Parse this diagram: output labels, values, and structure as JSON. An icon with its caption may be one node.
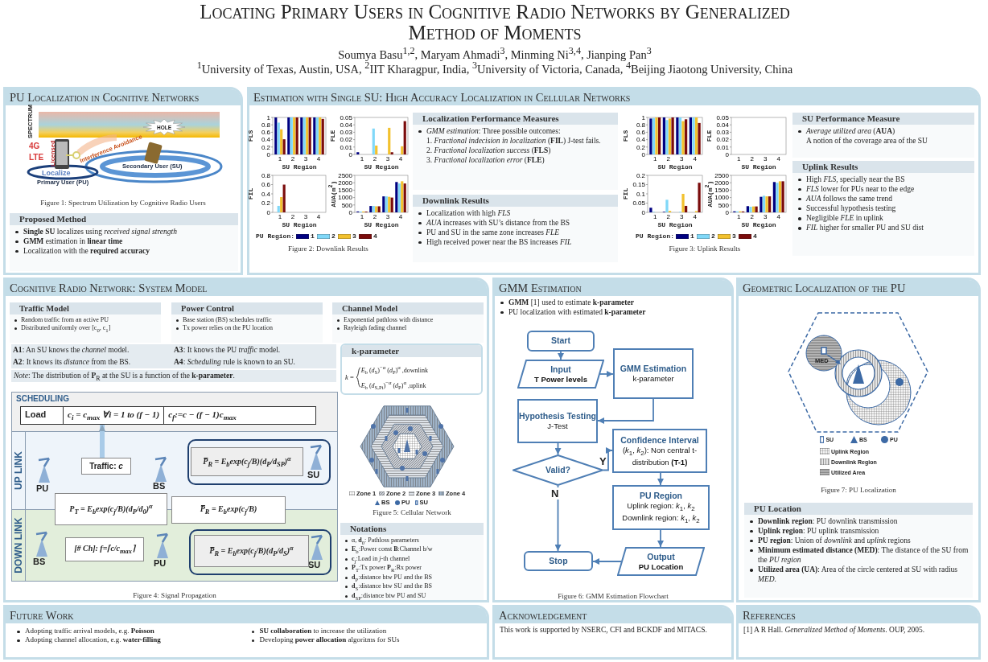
{
  "diagram": {
    "title": "Locating Primary Users in Cognitive Radio Networks by Generalized Method of Moments",
    "nodes": [
      {
        "text": [
          "PU Localization in Cognitive Networks"
        ]
      },
      {
        "text": [
          "HOLE"
        ],
        "in": 0
      },
      {
        "text": [
          "Proposed Method",
          "**Single SU** localizes using *received signal strength*",
          "**GMM** estimation in **linear time**",
          "Localization with the **required accuracy**"
        ],
        "in": 0
      },
      {
        "text": [
          "Estimation with Single SU: High Accuracy Localization in Cellular Networks"
        ]
      },
      {
        "text": [
          "Localization Performance Measures",
          "*GMM estimation*: Three possible outcomes:",
          "1. *Fractional indecision in localization* (**FIL**) J-test fails.",
          "2. *Fractional localization success* (**FLS**)",
          "3. *Fractional localization error* (**FLE**)"
        ],
        "in": 3
      },
      {
        "text": [
          "Downlink Results",
          "Localization with high *FLS*",
          "*AUA* increases with SU’s distance from the BS",
          "PU and SU in the same zone increases *FLE*",
          "High received power near the BS increases *FIL*"
        ],
        "in": 3
      },
      {
        "text": [
          "SU Performance Measure",
          "*Average utilized area* (**AUA**)",
          "A notion of the coverage area of the SU"
        ],
        "in": 3
      },
      {
        "text": [
          "Uplink Results",
          "High *FLS*, specially near the BS",
          "*FLS* lower for PUs near to the edge",
          "*AUA* follows the same trend",
          "Successful hypothesis testing",
          "Negligible *FLE* in uplink",
          "*FIL* higher for smaller PU and SU dist"
        ],
        "in": 3
      },
      {
        "text": [
          "Cognitive Radio Network: System Model"
        ]
      },
      {
        "text": [
          "Traffic Model",
          "Random traffic from an active PU",
          "Distributed uniformly over [c$_{0}$, c$_{1}$]"
        ],
        "in": 8
      },
      {
        "text": [
          "Power Control",
          "Base station (BS) schedules traffic",
          "Tx power relies on the PU location"
        ],
        "in": 8
      },
      {
        "text": [
          "Channel Model",
          "Exponential pathloss with distance",
          "Rayleigh fading channel"
        ],
        "in": 8
      },
      {
        "text": [
          "**A1**: An SU knows the *channel* model.",
          "**A2**: It knows its *distance* from the BS.",
          "**A3**: It knows the PU *traffic* model.",
          "**A4**: *Scheduling* rule is known to an SU."
        ],
        "in": 8
      },
      {
        "text": [
          "*Note*: The distribution of **P**$_{R}$ at the SU is a function of the **k-parameter**."
        ],
        "in": 8
      },
      {
        "text": [
          "k-parameter",
          "*k* =",
          "*E*$_{b}$ (*d*$_{S}$)$^{−α}$ (*d*$_{P}$)$^{α}$ ,downlink",
          "*E*$_{b}$ (*d*$_{S,Pi}$)$^{−α}$ (*d*$_{P}$)$^{α}$ ,uplink"
        ],
        "in": 8
      },
      {
        "text": [
          "SCHEDULING"
        ],
        "in": 8
      },
      {
        "text": [
          "Load",
          "c$_{i}$ = c$_{max}$ ∀i = 1 to (f − 1)",
          "c$_{f}$:=c − (f − 1)c$_{max}$"
        ],
        "in": 15
      },
      {
        "text": [
          "UP LINK"
        ],
        "in": 8
      },
      {
        "text": [
          "Traffic: *c*"
        ],
        "in": 17
      },
      {
        "text": [
          "SU"
        ],
        "in": 17
      },
      {
        "text": [
          "P̅$_{R}$ = E$_{b}$exp(c$_{j}$/B)(d$_{P}$/d$_{SP}$)$^{α}$"
        ],
        "in": 19
      },
      {
        "text": [
          "DOWN LINK"
        ],
        "in": 8
      },
      {
        "text": [
          "P$_{T}$ = E$_{b}$exp(c$_{j}$/B)(d$_{P}$/d$_{0}$)$^{α}$"
        ],
        "in": 8
      },
      {
        "text": [
          "P̅$_{R}$ = E$_{b}$exp(c$_{j}$/B)"
        ],
        "in": 8
      },
      {
        "text": [
          "[# Ch]: f=⌈c/c$_{max}$⌉"
        ],
        "in": 21
      },
      {
        "text": [
          "SU"
        ],
        "in": 21
      },
      {
        "text": [
          "P̅$_{R}$ = E$_{b}$exp(c$_{j}$/B)(d$_{P}$/d$_{S}$)$^{α}$"
        ],
        "in": 25
      },
      {
        "text": [
          "Notations",
          "α, **d**$_{0}$: Pathloss parameters",
          "**E**$_{b}$:Power const **B**:Channel b/w",
          "**c**$_{j}$:Load in *j*-th channel",
          "**P**$_{T}$:Tx power **P**$_{R}$:Rx power",
          "**d**$_{P}$:distance btw PU and the BS",
          "**d**$_{S}$:distance btw SU and the BS",
          "**d**$_{SP}$:distance btw PU and SU"
        ],
        "in": 8
      },
      {
        "text": [
          "GMM Estimation",
          "**GMM** [1] used to estimate **k-parameter**",
          "PU localization with estimated **k-parameter**"
        ]
      },
      {
        "text": [
          "Start"
        ],
        "in": 28
      },
      {
        "text": [
          "Input",
          "**T** Power levels"
        ],
        "in": 28
      },
      {
        "text": [
          "GMM Estimation",
          "k-parameter"
        ],
        "in": 28
      },
      {
        "text": [
          "Hypothesis Testing",
          "J-Test"
        ],
        "in": 28
      },
      {
        "text": [
          "Valid?"
        ],
        "in": 28
      },
      {
        "text": [
          "Confidence Interval",
          "(*k*$_{1}$, *k*$_{2}$): Non central t-distribution **(T-1)**"
        ],
        "in": 28
      },
      {
        "text": [
          "PU Region",
          "Uplink region: *k*$_{1}$, *k*$_{2}$",
          "Downlink region: *k*$_{1}$, *k*$_{2}$"
        ],
        "in": 28
      },
      {
        "text": [
          "Stop"
        ],
        "in": 28
      },
      {
        "text": [
          "Output",
          "PU Location"
        ],
        "in": 28
      },
      {
        "text": [
          "Geometric Localization of the PU"
        ]
      },
      {
        "text": [
          "PU Location",
          "**Downlink region**: PU downlink transmission",
          "**Uplink region**: PU uplink transmission",
          "**PU region**: Union of *downlink* and *uplink* regions",
          "**Minimum estimated distance (MED)**: The distance of the SU from the *PU region*",
          "**Utilized area (UA)**: Area of the circle centered at SU with radius *MED*."
        ],
        "in": 38
      },
      {
        "text": [
          "Future Work",
          "Adopting traffic arrival models, e.g. **Poisson**",
          "Adopting channel allocation, e.g. **water-filling**",
          "**SU collaboration** to increase the utilization",
          "Developing **power allocation** algoritms for SUs"
        ]
      },
      {
        "text": [
          "Acknowledgement",
          "This work is supported by NSERC, CFI and BCKDF and MITACS."
        ]
      },
      {
        "text": [
          "References",
          "[1] A R Hall. *Generalized Method of Moments*. OUP, 2005."
        ]
      }
    ],
    "edges": [
      {
        "from": 29,
        "to": 30,
        "arrow": "to"
      },
      {
        "from": 30,
        "to": 31,
        "arrow": "to"
      },
      {
        "from": 31,
        "to": 32,
        "arrow": "to"
      },
      {
        "from": 32,
        "to": 33,
        "arrow": "to"
      },
      {
        "from": 33,
        "to": 34,
        "arrow": "to",
        "label": "Y"
      },
      {
        "from": 33,
        "to": 36,
        "arrow": "to",
        "label": "N"
      },
      {
        "from": 34,
        "to": 35,
        "arrow": "to"
      },
      {
        "from": 35,
        "to": 37,
        "arrow": "to"
      },
      {
        "from": 37,
        "to": 36,
        "arrow": "to"
      },
      {
        "from": 18,
        "to": 16,
        "arrow": "to",
        "style": "thick",
        "color": "#a9cbe8"
      }
    ],
    "labels": [
      "Soumya Basu$^{1,2}$, Maryam Ahmadi$^{3}$, Minming Ni$^{3,4}$, Jianping Pan$^{3}$",
      "$^{1}$University of Texas, Austin, USA, $^{2}$IIT Kharagpur, India, $^{3}$University of Victoria, Canada, $^{4}$Beijing Jiaotong University, China",
      "SPECTRUM",
      "4G",
      "LTE",
      "Licensed",
      "Interference Avoidance",
      "Secondary User (SU)",
      "Localize",
      "Primary User (PU)",
      "Figure 1: Spectrum Utilization by Cognitive Radio Users",
      "PU Region:",
      "Figure 2: Downlink Results",
      "PU Region:",
      "Figure 3: Uplink Results",
      "PU",
      "BS",
      "BS",
      "PU",
      "Figure 4: Signal Propagation",
      "Figure 5: Cellular Network",
      "Figure 6: GMM Estimation Flowchart",
      "MED",
      "Figure 7: PU Localization"
    ],
    "legend": [
      {
        "text": "1",
        "color": "#000080"
      },
      {
        "text": "2",
        "color": "#80d8f8"
      },
      {
        "text": "3",
        "color": "#f2c12e"
      },
      {
        "text": "4",
        "color": "#7b0c0c"
      },
      {
        "text": "1",
        "color": "#000080"
      },
      {
        "text": "2",
        "color": "#80d8f8"
      },
      {
        "text": "3",
        "color": "#f2c12e"
      },
      {
        "text": "4",
        "color": "#7b0c0c"
      },
      {
        "text": "Zone 1"
      },
      {
        "text": "Zone 2"
      },
      {
        "text": "Zone 3"
      },
      {
        "text": "Zone 4"
      },
      {
        "text": "BS"
      },
      {
        "text": "PU"
      },
      {
        "text": "SU"
      },
      {
        "text": "SU"
      },
      {
        "text": "BS"
      },
      {
        "text": "PU"
      },
      {
        "text": "Uplink Region"
      },
      {
        "text": "Downlink Region"
      },
      {
        "text": "Utilized Area"
      }
    ],
    "chart_data": [
      {
        "type": "bar",
        "xlabel": "SU Region",
        "ylabel": "FLS",
        "categories": [
          "1",
          "2",
          "3",
          "4"
        ],
        "ylim": [
          0,
          1
        ],
        "yticks": [
          0,
          0.2,
          0.4,
          0.6,
          0.8,
          1
        ],
        "series": [
          {
            "color": "#000080",
            "values": [
              1,
              1,
              1,
              1
            ]
          },
          {
            "color": "#80d8f8",
            "values": [
              0.86,
              1,
              1,
              1
            ]
          },
          {
            "color": "#f2c12e",
            "values": [
              0.68,
              1,
              1,
              1
            ]
          },
          {
            "color": "#7b0c0c",
            "values": [
              0.41,
              1,
              1,
              0.96
            ]
          }
        ]
      },
      {
        "type": "bar",
        "xlabel": "SU Region",
        "ylabel": "FLE",
        "categories": [
          "1",
          "2",
          "3",
          "4"
        ],
        "ylim": [
          0,
          0.05
        ],
        "yticks": [
          0,
          0.01,
          0.02,
          0.03,
          0.04,
          0.05
        ],
        "series": [
          {
            "color": "#000080",
            "values": [
              0.003,
              0,
              0,
              0
            ]
          },
          {
            "color": "#80d8f8",
            "values": [
              0,
              0.035,
              0,
              0
            ]
          },
          {
            "color": "#f2c12e",
            "values": [
              0,
              0.012,
              0.036,
              0.011
            ]
          },
          {
            "color": "#7b0c0c",
            "values": [
              0,
              0,
              0.003,
              0.045
            ]
          }
        ]
      },
      {
        "type": "bar",
        "xlabel": "SU Region",
        "ylabel": "FIL",
        "categories": [
          "1",
          "2",
          "3",
          "4"
        ],
        "ylim": [
          0,
          0.8
        ],
        "yticks": [
          0,
          0.2,
          0.4,
          0.6,
          0.8
        ],
        "series": [
          {
            "color": "#000080",
            "values": [
              0,
              0,
              0,
              0
            ]
          },
          {
            "color": "#80d8f8",
            "values": [
              0.14,
              0,
              0,
              0
            ]
          },
          {
            "color": "#f2c12e",
            "values": [
              0.33,
              0,
              0,
              0
            ]
          },
          {
            "color": "#7b0c0c",
            "values": [
              0.6,
              0,
              0,
              0
            ]
          }
        ]
      },
      {
        "type": "bar",
        "xlabel": "SU Region",
        "ylabel": "AUA(m$^{2}$)",
        "categories": [
          "1",
          "2",
          "3",
          "4"
        ],
        "ylim": [
          0,
          2500
        ],
        "yticks": [
          0,
          500,
          1000,
          1500,
          2000,
          2500
        ],
        "series": [
          {
            "color": "#000080",
            "values": [
              60,
              430,
              1080,
              2050
            ]
          },
          {
            "color": "#80d8f8",
            "values": [
              60,
              430,
              1080,
              1950
            ]
          },
          {
            "color": "#f2c12e",
            "values": [
              60,
              410,
              1050,
              2100
            ]
          },
          {
            "color": "#7b0c0c",
            "values": [
              50,
              410,
              1000,
              1950
            ]
          }
        ]
      },
      {
        "type": "bar",
        "xlabel": "SU Region",
        "ylabel": "FLS",
        "categories": [
          "1",
          "2",
          "3",
          "4"
        ],
        "ylim": [
          0,
          1
        ],
        "yticks": [
          0,
          0.2,
          0.4,
          0.6,
          0.8,
          1
        ],
        "series": [
          {
            "color": "#000080",
            "values": [
              0.97,
              1,
              1,
              1
            ]
          },
          {
            "color": "#80d8f8",
            "values": [
              0.98,
              0.93,
              1,
              1
            ]
          },
          {
            "color": "#f2c12e",
            "values": [
              1,
              0.97,
              0.9,
              1
            ]
          },
          {
            "color": "#7b0c0c",
            "values": [
              1,
              1,
              0.95,
              0.85
            ]
          }
        ]
      },
      {
        "type": "bar",
        "xlabel": "SU Region",
        "ylabel": "FLE",
        "categories": [
          "1",
          "2",
          "3",
          "4"
        ],
        "ylim": [
          0,
          0.05
        ],
        "yticks": [
          0,
          0.01,
          0.02,
          0.03,
          0.04,
          0.05
        ],
        "series": [
          {
            "color": "#000080",
            "values": [
              0,
              0,
              0,
              0
            ]
          },
          {
            "color": "#80d8f8",
            "values": [
              0,
              0,
              0,
              0
            ]
          },
          {
            "color": "#f2c12e",
            "values": [
              0,
              0,
              0,
              0
            ]
          },
          {
            "color": "#7b0c0c",
            "values": [
              0,
              0,
              0,
              0
            ]
          }
        ]
      },
      {
        "type": "bar",
        "xlabel": "SU Region",
        "ylabel": "FIL",
        "categories": [
          "1",
          "2",
          "3",
          "4"
        ],
        "ylim": [
          0,
          0.2
        ],
        "yticks": [
          0,
          0.05,
          0.1,
          0.15,
          0.2
        ],
        "series": [
          {
            "color": "#000080",
            "values": [
              0.025,
              0.003,
              0,
              0
            ]
          },
          {
            "color": "#80d8f8",
            "values": [
              0.003,
              0.068,
              0.003,
              0
            ]
          },
          {
            "color": "#f2c12e",
            "values": [
              0,
              0.008,
              0.1,
              0.007
            ]
          },
          {
            "color": "#7b0c0c",
            "values": [
              0,
              0,
              0.035,
              0.16
            ]
          }
        ]
      },
      {
        "type": "bar",
        "xlabel": "SU Region",
        "ylabel": "AUA(m$^{2}$)",
        "categories": [
          "1",
          "2",
          "3",
          "4"
        ],
        "ylim": [
          0,
          2500
        ],
        "yticks": [
          0,
          500,
          1000,
          1500,
          2000,
          2500
        ],
        "series": [
          {
            "color": "#000080",
            "values": [
              70,
              420,
              1050,
              2050
            ]
          },
          {
            "color": "#80d8f8",
            "values": [
              70,
              380,
              1120,
              2000
            ]
          },
          {
            "color": "#f2c12e",
            "values": [
              70,
              400,
              1080,
              2100
            ]
          },
          {
            "color": "#7b0c0c",
            "values": [
              60,
              400,
              1080,
              2100
            ]
          }
        ]
      }
    ]
  }
}
